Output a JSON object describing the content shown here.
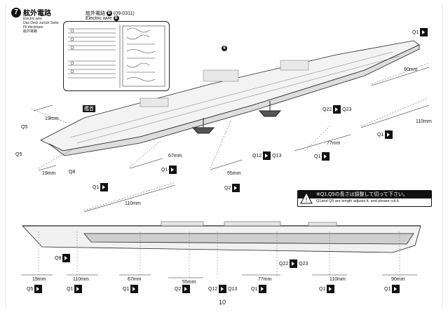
{
  "header": {
    "step_number": "7",
    "title": "舷外電路",
    "subtitles": [
      "Electric wire",
      "Das Deck zurück Seite",
      "Fil électrique",
      "舷外電路"
    ],
    "wire_label_jp": "舷外電路",
    "wire_code": "(09-0311)",
    "wire_label_en": "Electric wire",
    "part_letter": "B"
  },
  "part_ref": "6",
  "callout_label": "艦首",
  "parts": {
    "q1": "Q1",
    "q2": "Q2",
    "q5": "Q5",
    "q8": "Q8",
    "q12": "Q12",
    "q13": "Q13",
    "q22": "Q22",
    "q23": "Q23"
  },
  "lengths": {
    "m19a": "19mm",
    "m19b": "19mm",
    "m67": "67mm",
    "m55": "55mm",
    "m110a": "110mm",
    "m77": "77mm",
    "m110b": "110mm",
    "m90": "90mm"
  },
  "bottom_labels": {
    "l19": "19mm",
    "l110a": "110mm",
    "l67": "67mm",
    "l55": "55mm",
    "l77": "77mm",
    "l110b": "110mm",
    "l90": "90mm",
    "q5": "Q5",
    "q1a": "Q1",
    "q1b": "Q1",
    "q2": "Q2",
    "q12": "Q12",
    "q13": "Q13",
    "q1c": "Q1",
    "q1d": "Q1",
    "q1e": "Q1",
    "q22": "Q22",
    "q23": "Q23",
    "q8": "Q8"
  },
  "note": {
    "jp": "※Q1,Q5の長さは調整して切って下さい。",
    "en": "Q1and Q5 are length adjusts it, and please cut it."
  },
  "page_number": "10"
}
